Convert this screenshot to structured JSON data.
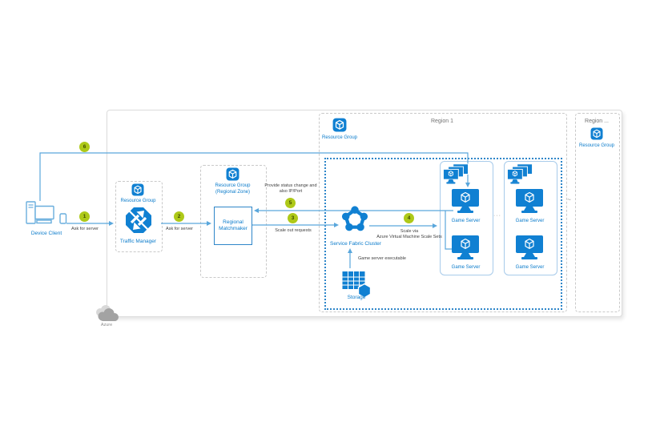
{
  "diagram": {
    "device_client": {
      "label": "Device Client"
    },
    "azure_cloud": {
      "label": "Azure"
    },
    "traffic_manager": {
      "group_label": "Resource Group",
      "label": "Traffic Manager"
    },
    "regional_zone": {
      "group_label": "Resource Group\n(Regional Zone)",
      "matchmaker_label": "Regional\nMatchmaker"
    },
    "region1": {
      "title": "Region 1",
      "resource_group_label": "Resource Group",
      "service_fabric": {
        "label": "Service Fabric Cluster",
        "storage_label": "Storage",
        "executable_label": "Game server executable"
      },
      "scale_set_boxes": [
        {
          "servers": [
            "Game Server",
            "Game Server"
          ]
        },
        {
          "servers": [
            "Game Server",
            "Game Server"
          ]
        }
      ],
      "box_separator": "···"
    },
    "region_next": {
      "title": "Region ...",
      "resource_group_label": "Resource Group"
    },
    "region_separator": "~",
    "steps": [
      {
        "num": "1",
        "label": "Ask for server"
      },
      {
        "num": "2",
        "label": "Ask for server"
      },
      {
        "num": "3",
        "label": "Scale out requests"
      },
      {
        "num": "4",
        "label": "Scale via\nAzure Virtual Machine Scale Sets"
      },
      {
        "num": "5",
        "label": "Provide status change and\nalso IP/Port"
      },
      {
        "num": "6",
        "label": ""
      }
    ],
    "colors": {
      "azure_blue": "#0A7BCB",
      "icon_blue": "#1080D2",
      "line_blue": "#5AA7DC",
      "badge_green": "#AEC918",
      "border_gray": "#C9C9C9"
    }
  }
}
